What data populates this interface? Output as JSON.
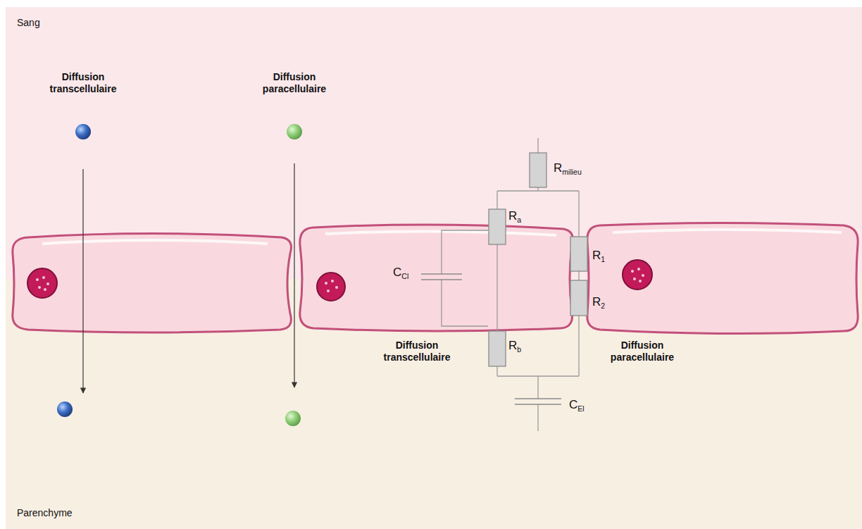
{
  "diagram": {
    "labels": [
      "Sang",
      "Diffusion transcellulaire",
      "Diffusion paracellulaire",
      "Rmilieu",
      "Ra",
      "R1",
      "CCl",
      "R2",
      "Rb",
      "Diffusion transcellulaire",
      "Diffusion paracellulaire",
      "CEl",
      "Parenchyme"
    ]
  }
}
